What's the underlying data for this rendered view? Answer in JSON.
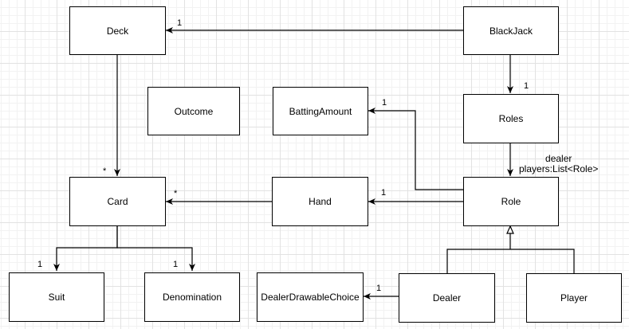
{
  "classes": {
    "deck": "Deck",
    "blackjack": "BlackJack",
    "outcome": "Outcome",
    "batting_amount": "BattingAmount",
    "roles": "Roles",
    "card": "Card",
    "hand": "Hand",
    "role": "Role",
    "suit": "Suit",
    "denomination": "Denomination",
    "dealer_drawable_choice": "DealerDrawableChoice",
    "dealer": "Dealer",
    "player": "Player"
  },
  "multiplicities": {
    "blackjack_deck": "1",
    "blackjack_roles": "1",
    "deck_card": "*",
    "hand_card": "*",
    "role_hand": "1",
    "role_batting_amount": "1",
    "card_suit": "1",
    "card_denomination": "1",
    "dealer_drawable_choice": "1"
  },
  "roles_fields": {
    "dealer": "dealer",
    "players": "players:List<Role>"
  },
  "colors": {
    "line": "#000000",
    "box_fill": "#ffffff",
    "grid": "#e2e2e2"
  }
}
